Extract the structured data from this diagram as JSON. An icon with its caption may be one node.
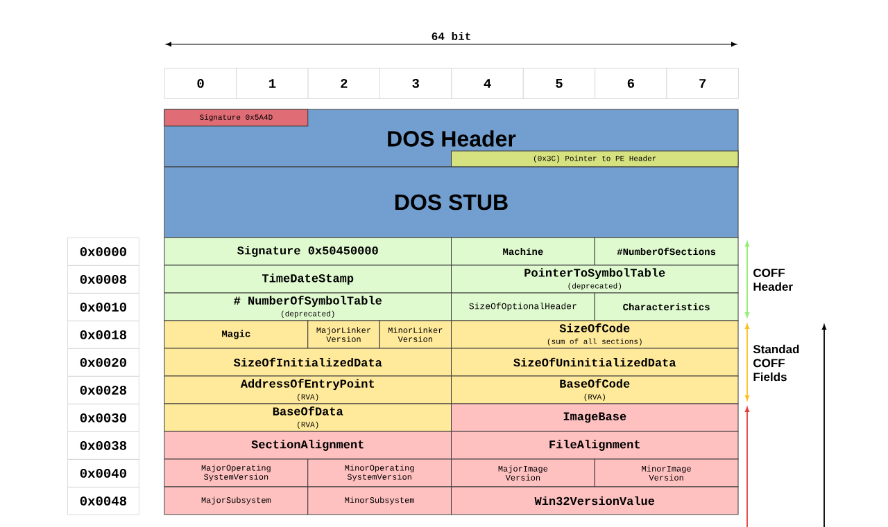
{
  "diagram": {
    "nodes": [
      {
        "text": [
          "DOS Header"
        ]
      },
      {
        "text": [
          "Signature 0x5A4D"
        ],
        "in": 0
      },
      {
        "text": [
          "(0x3C) Pointer to PE Header"
        ],
        "in": 0
      },
      {
        "text": [
          "DOS STUB"
        ]
      },
      {
        "text": [
          "Signature 0x50450000"
        ]
      },
      {
        "text": [
          "Machine"
        ]
      },
      {
        "text": [
          "#NumberOfSections"
        ]
      },
      {
        "text": [
          "TimeDateStamp"
        ]
      },
      {
        "text": [
          "PointerToSymbolTable",
          "(deprecated)"
        ]
      },
      {
        "text": [
          "# NumberOfSymbolTable",
          "(deprecated)"
        ]
      },
      {
        "text": [
          "SizeOfOptionalHeader"
        ]
      },
      {
        "text": [
          "Characteristics"
        ]
      },
      {
        "text": [
          "Magic"
        ]
      },
      {
        "text": [
          "MajorLinker Version"
        ]
      },
      {
        "text": [
          "MinorLinker Version"
        ]
      },
      {
        "text": [
          "SizeOfCode",
          "(sum of all sections)"
        ]
      },
      {
        "text": [
          "SizeOfInitializedData"
        ]
      },
      {
        "text": [
          "SizeOfUninitializedData"
        ]
      },
      {
        "text": [
          "AddressOfEntryPoint",
          "(RVA)"
        ]
      },
      {
        "text": [
          "BaseOfCode",
          "(RVA)"
        ]
      },
      {
        "text": [
          "BaseOfData",
          "(RVA)"
        ]
      },
      {
        "text": [
          "ImageBase"
        ]
      },
      {
        "text": [
          "SectionAlignment"
        ]
      },
      {
        "text": [
          "FileAlignment"
        ]
      },
      {
        "text": [
          "MajorOperating SystemVersion"
        ]
      },
      {
        "text": [
          "MinorOperating SystemVersion"
        ]
      },
      {
        "text": [
          "MajorImage Version"
        ]
      },
      {
        "text": [
          "MinorImage Version"
        ]
      },
      {
        "text": [
          "MajorSubsystem"
        ]
      },
      {
        "text": [
          "MinorSubsystem"
        ]
      },
      {
        "text": [
          "Win32VersionValue"
        ]
      }
    ],
    "labels": [
      "64 bit",
      "0",
      "1",
      "2",
      "3",
      "4",
      "5",
      "6",
      "7",
      "0x0000",
      "0x0008",
      "0x0010",
      "0x0018",
      "0x0020",
      "0x0028",
      "0x0030",
      "0x0038",
      "0x0040",
      "0x0048",
      "COFF Header",
      "Standad COFF Fields"
    ]
  }
}
